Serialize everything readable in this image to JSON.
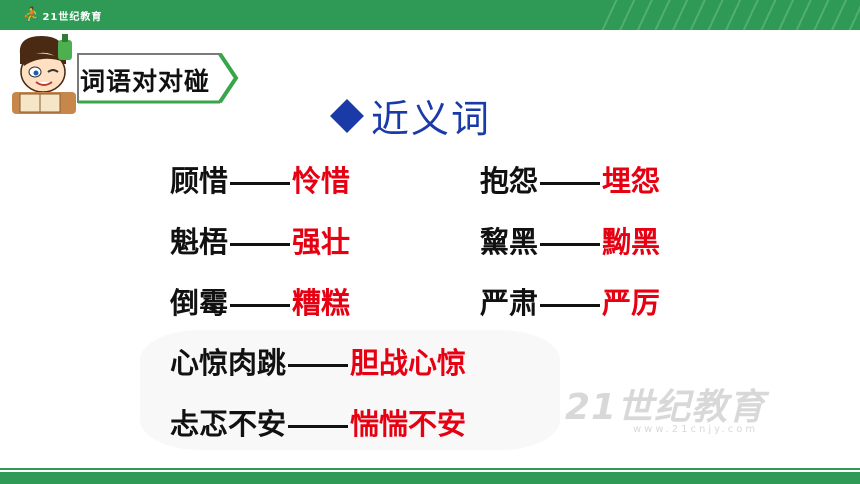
{
  "logo": {
    "text": "21世纪教育"
  },
  "banner": {
    "label": "词语对对碰"
  },
  "section": {
    "title": "近义词"
  },
  "pairs": [
    {
      "word": "顾惜",
      "synonym": "怜惜"
    },
    {
      "word": "抱怨",
      "synonym": "埋怨"
    },
    {
      "word": "魁梧",
      "synonym": "强壮"
    },
    {
      "word": "黧黑",
      "synonym": "黝黑"
    },
    {
      "word": "倒霉",
      "synonym": "糟糕"
    },
    {
      "word": "严肃",
      "synonym": "严厉"
    },
    {
      "word": "心惊肉跳",
      "synonym": "胆战心惊"
    },
    {
      "word": "忐忑不安",
      "synonym": "惴惴不安"
    }
  ],
  "watermark": {
    "logo": "21世纪教育",
    "url": "www.21cnjy.com"
  },
  "colors": {
    "header_green": "#2f9a55",
    "title_blue": "#1a3aa8",
    "synonym_red": "#e60012"
  }
}
